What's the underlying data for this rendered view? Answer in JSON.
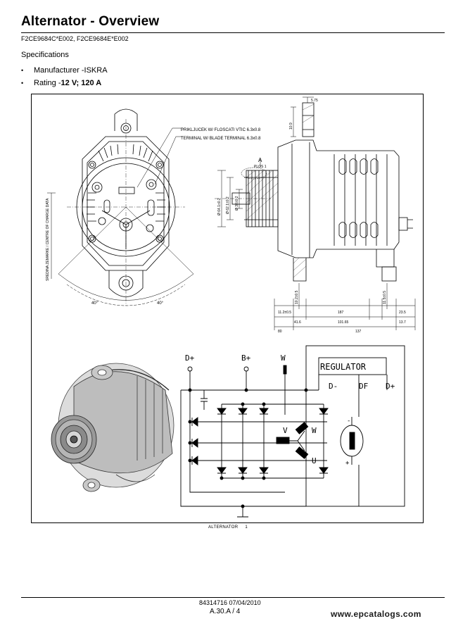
{
  "page": {
    "title": "Alternator - Overview",
    "model_codes": "F2CE9684C*E002, F2CE9684E*E002",
    "specifications_heading": "Specifications",
    "specs": [
      {
        "label": "Manufacturer - ",
        "value": "ISKRA"
      },
      {
        "label": "Rating - ",
        "value": "12 V; 120 A"
      }
    ]
  },
  "figure": {
    "caption": "ALTERNATOR",
    "caption_number": "1",
    "schematic": {
      "regulator_label": "REGULATOR",
      "terminals_top": [
        "D+",
        "B+",
        "W"
      ],
      "regulator_terminals": [
        "D-",
        "DF",
        "D+"
      ],
      "phase_labels": [
        "V",
        "W",
        "U"
      ],
      "polarity": [
        "-",
        "+"
      ]
    },
    "drawing_notes": {
      "note1": "PRIKLJUCEK W/ FLOSCATI VTIC 6.3x0.8",
      "note2": "TERMINAL W/ BLADE TERMINAL 6.3x0.8",
      "view_label": "A",
      "view_sub": "PLOS 1",
      "angle_left": "40°",
      "angle_right": "40°",
      "rotation_note": "SREDINA ZEMARKE / CENTRE OF CHARGE DATA",
      "dims_bottom": [
        "11.2±0.5",
        "41.6",
        "187",
        "101.65",
        "80",
        "137",
        "13.7",
        "23.5"
      ],
      "dims_left": [
        "Ø 64.1±0.2",
        "Ø 62.1±0.2",
        "Ø 38±0.2"
      ],
      "dims_top": [
        "5.75",
        "10.9"
      ],
      "dims_vertical": [
        "10.2±0.5",
        "11.5±0.5"
      ]
    }
  },
  "footer": {
    "doc_ref": "84314716 07/04/2010",
    "page_ref": "A.30.A / 4",
    "watermark": "www.epcatalogs.com"
  }
}
